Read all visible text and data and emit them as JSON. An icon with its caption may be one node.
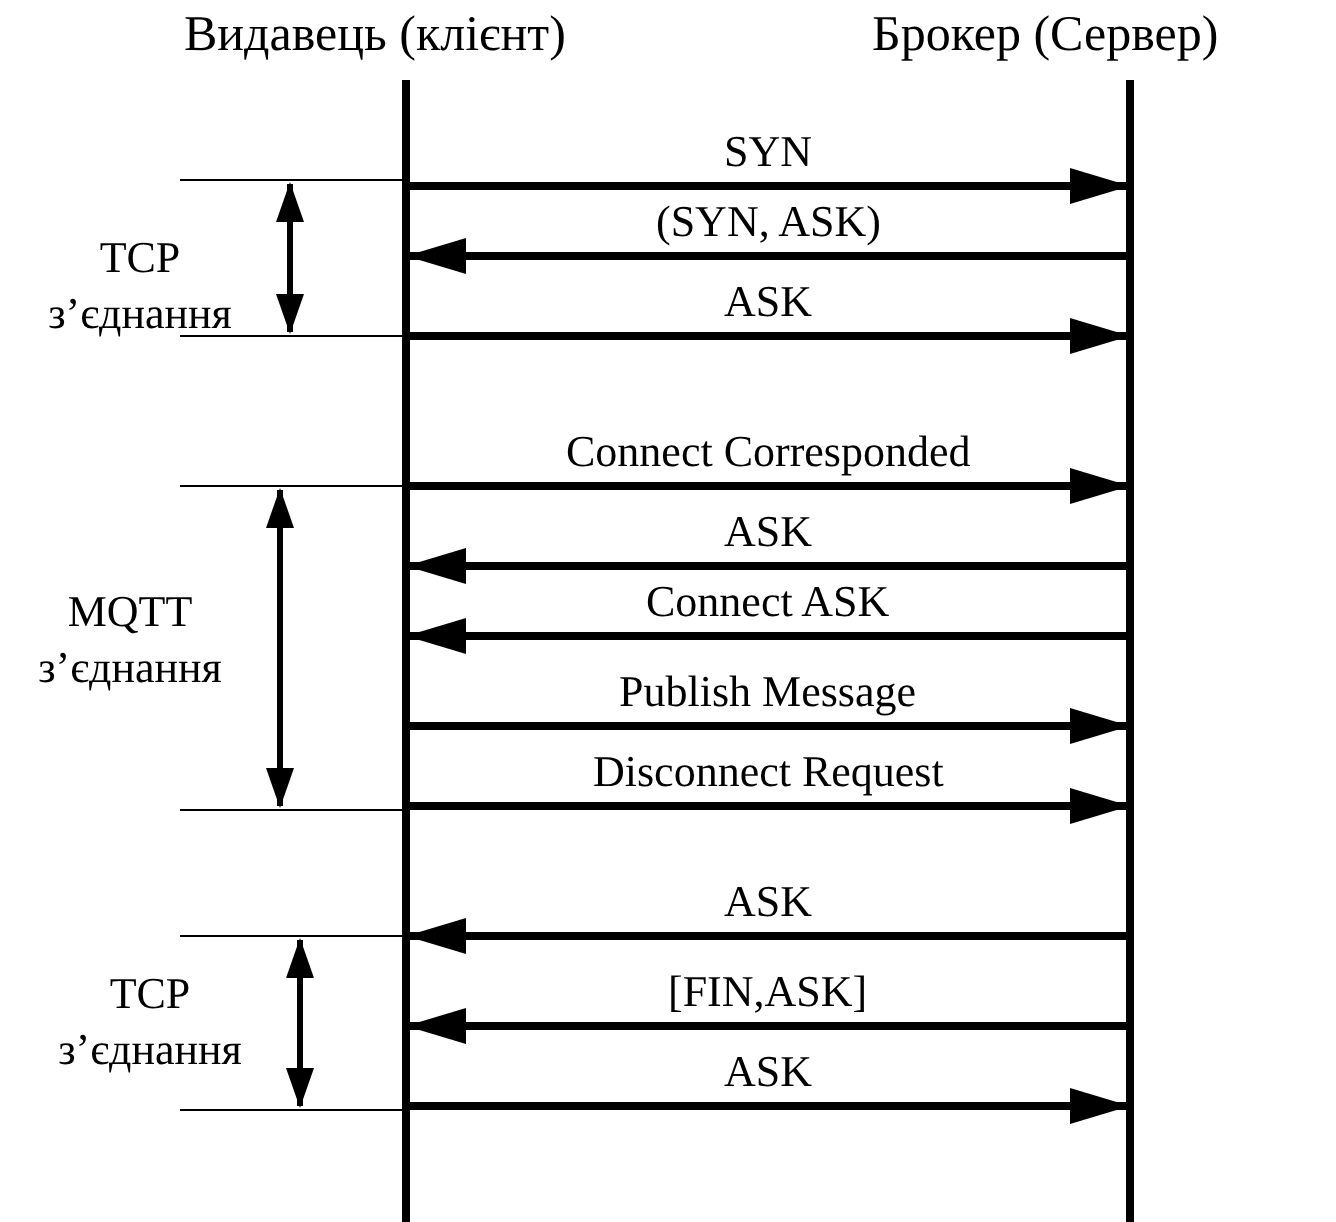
{
  "diagram": {
    "nodes": [
      {
        "text": [
          "Видавець (клієнт)"
        ]
      },
      {
        "text": [
          "Брокер (Сервер)"
        ]
      }
    ],
    "edges": [
      {
        "from": 0,
        "to": 1,
        "arrow": "to",
        "label": "SYN"
      },
      {
        "from": 1,
        "to": 0,
        "arrow": "to",
        "label": "(SYN, ASK)"
      },
      {
        "from": 0,
        "to": 1,
        "arrow": "to",
        "label": "ASK"
      },
      {
        "from": 0,
        "to": 1,
        "arrow": "to",
        "label": "Connect Corresponded"
      },
      {
        "from": 1,
        "to": 0,
        "arrow": "to",
        "label": "ASK"
      },
      {
        "from": 1,
        "to": 0,
        "arrow": "to",
        "label": "Connect ASK"
      },
      {
        "from": 0,
        "to": 1,
        "arrow": "to",
        "label": "Publish Message"
      },
      {
        "from": 0,
        "to": 1,
        "arrow": "to",
        "label": "Disconnect Request"
      },
      {
        "from": 1,
        "to": 0,
        "arrow": "to",
        "label": "ASK"
      },
      {
        "from": 1,
        "to": 0,
        "arrow": "to",
        "label": "[FIN,ASK]"
      },
      {
        "from": 0,
        "to": 1,
        "arrow": "to",
        "label": "ASK"
      }
    ],
    "labels": [
      "TCP з’єднання",
      "MQTT з’єднання",
      "TCP з’єднання"
    ]
  }
}
